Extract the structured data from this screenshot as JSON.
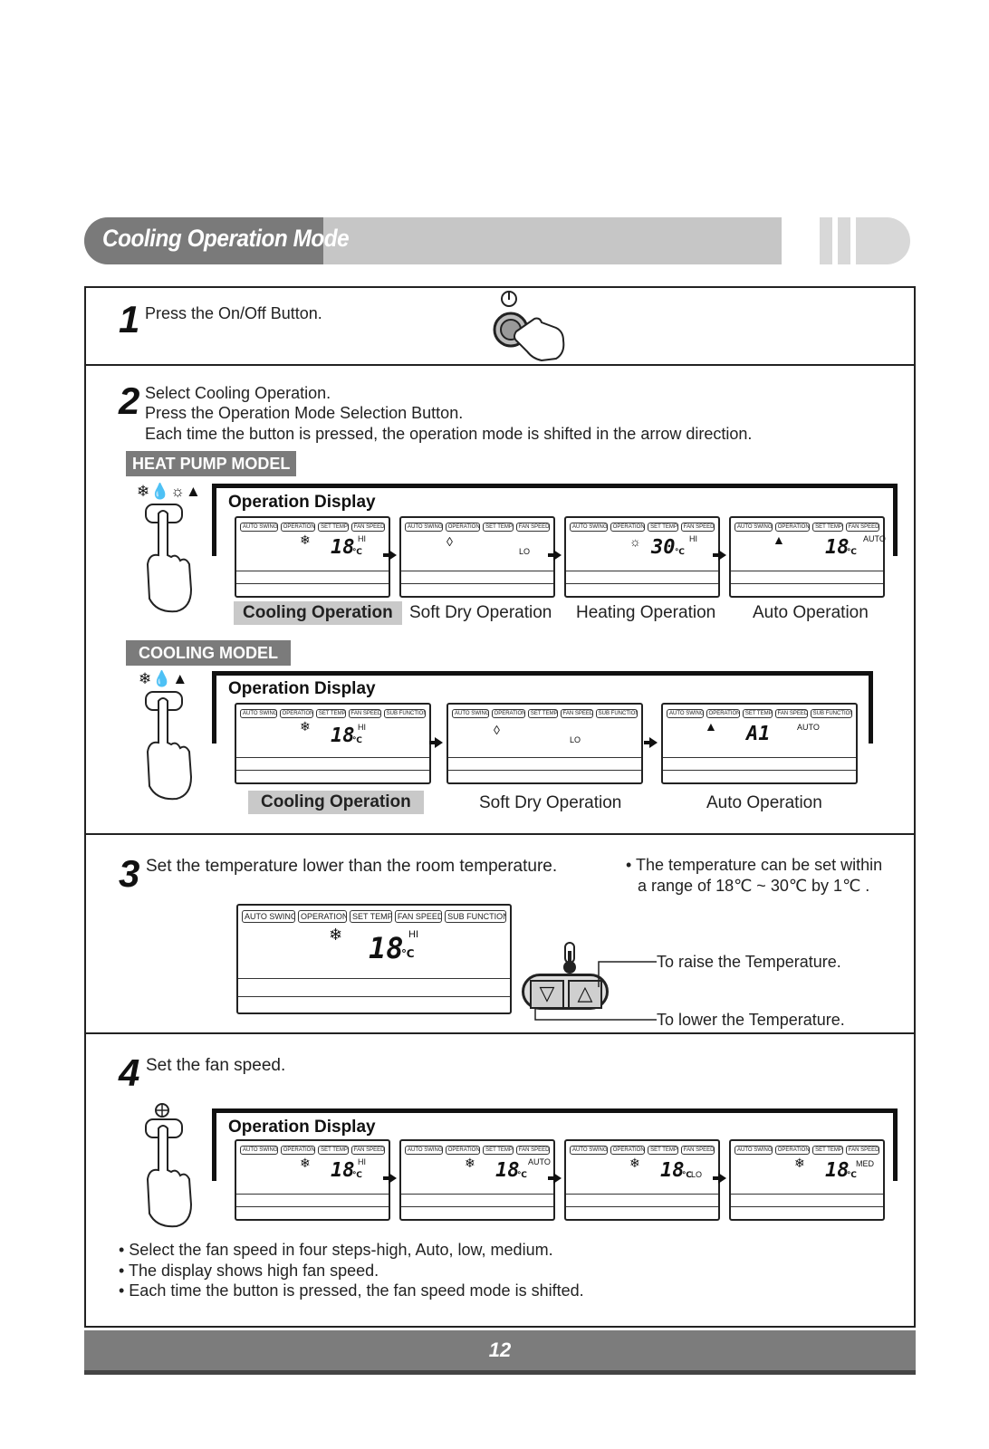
{
  "header": {
    "title": "Cooling Operation Mode"
  },
  "step1": {
    "num": "1",
    "text": "Press the On/Off Button."
  },
  "step2": {
    "num": "2",
    "line1": "Select Cooling Operation.",
    "line2": "Press the Operation Mode Selection Button.",
    "line3": "Each time the button is pressed, the operation mode is shifted in the arrow direction."
  },
  "heat_pump": {
    "label": "HEAT PUMP MODEL",
    "icons": "❄💧☼▲",
    "display_title": "Operation Display",
    "modes": [
      "Cooling Operation",
      "Soft Dry Operation",
      "Heating Operation",
      "Auto Operation"
    ]
  },
  "cooling_model": {
    "label": "COOLING MODEL",
    "icons": "❄💧▲",
    "display_title": "Operation Display",
    "modes": [
      "Cooling Operation",
      "Soft Dry Operation",
      "Auto Operation"
    ]
  },
  "lcd_tabs4": [
    "AUTO SWING",
    "OPERATION",
    "SET TEMP",
    "FAN SPEED"
  ],
  "lcd_tabs5": [
    "AUTO SWING",
    "OPERATION",
    "SET TEMP",
    "FAN SPEED",
    "SUB FUNCTION"
  ],
  "lcd_values": {
    "t18": "18",
    "t30": "30",
    "a1": "A1",
    "unit": "℃",
    "hi": "HI",
    "lo": "LO",
    "auto": "AUTO",
    "med": "MED"
  },
  "step3": {
    "num": "3",
    "text": "Set the temperature lower than the room temperature.",
    "note1": "• The temperature can be set within",
    "note2": "a range of 18℃ ~ 30℃ by 1℃ .",
    "raise": "To raise the Temperature.",
    "lower": "To lower the Temperature."
  },
  "step4": {
    "num": "4",
    "text": "Set the fan speed.",
    "display_title": "Operation Display",
    "bullets": [
      "• Select the fan speed in four steps-high, Auto, low, medium.",
      "• The display shows high fan speed.",
      "• Each time the button is pressed, the fan speed mode is shifted."
    ]
  },
  "footer": {
    "page": "12"
  }
}
